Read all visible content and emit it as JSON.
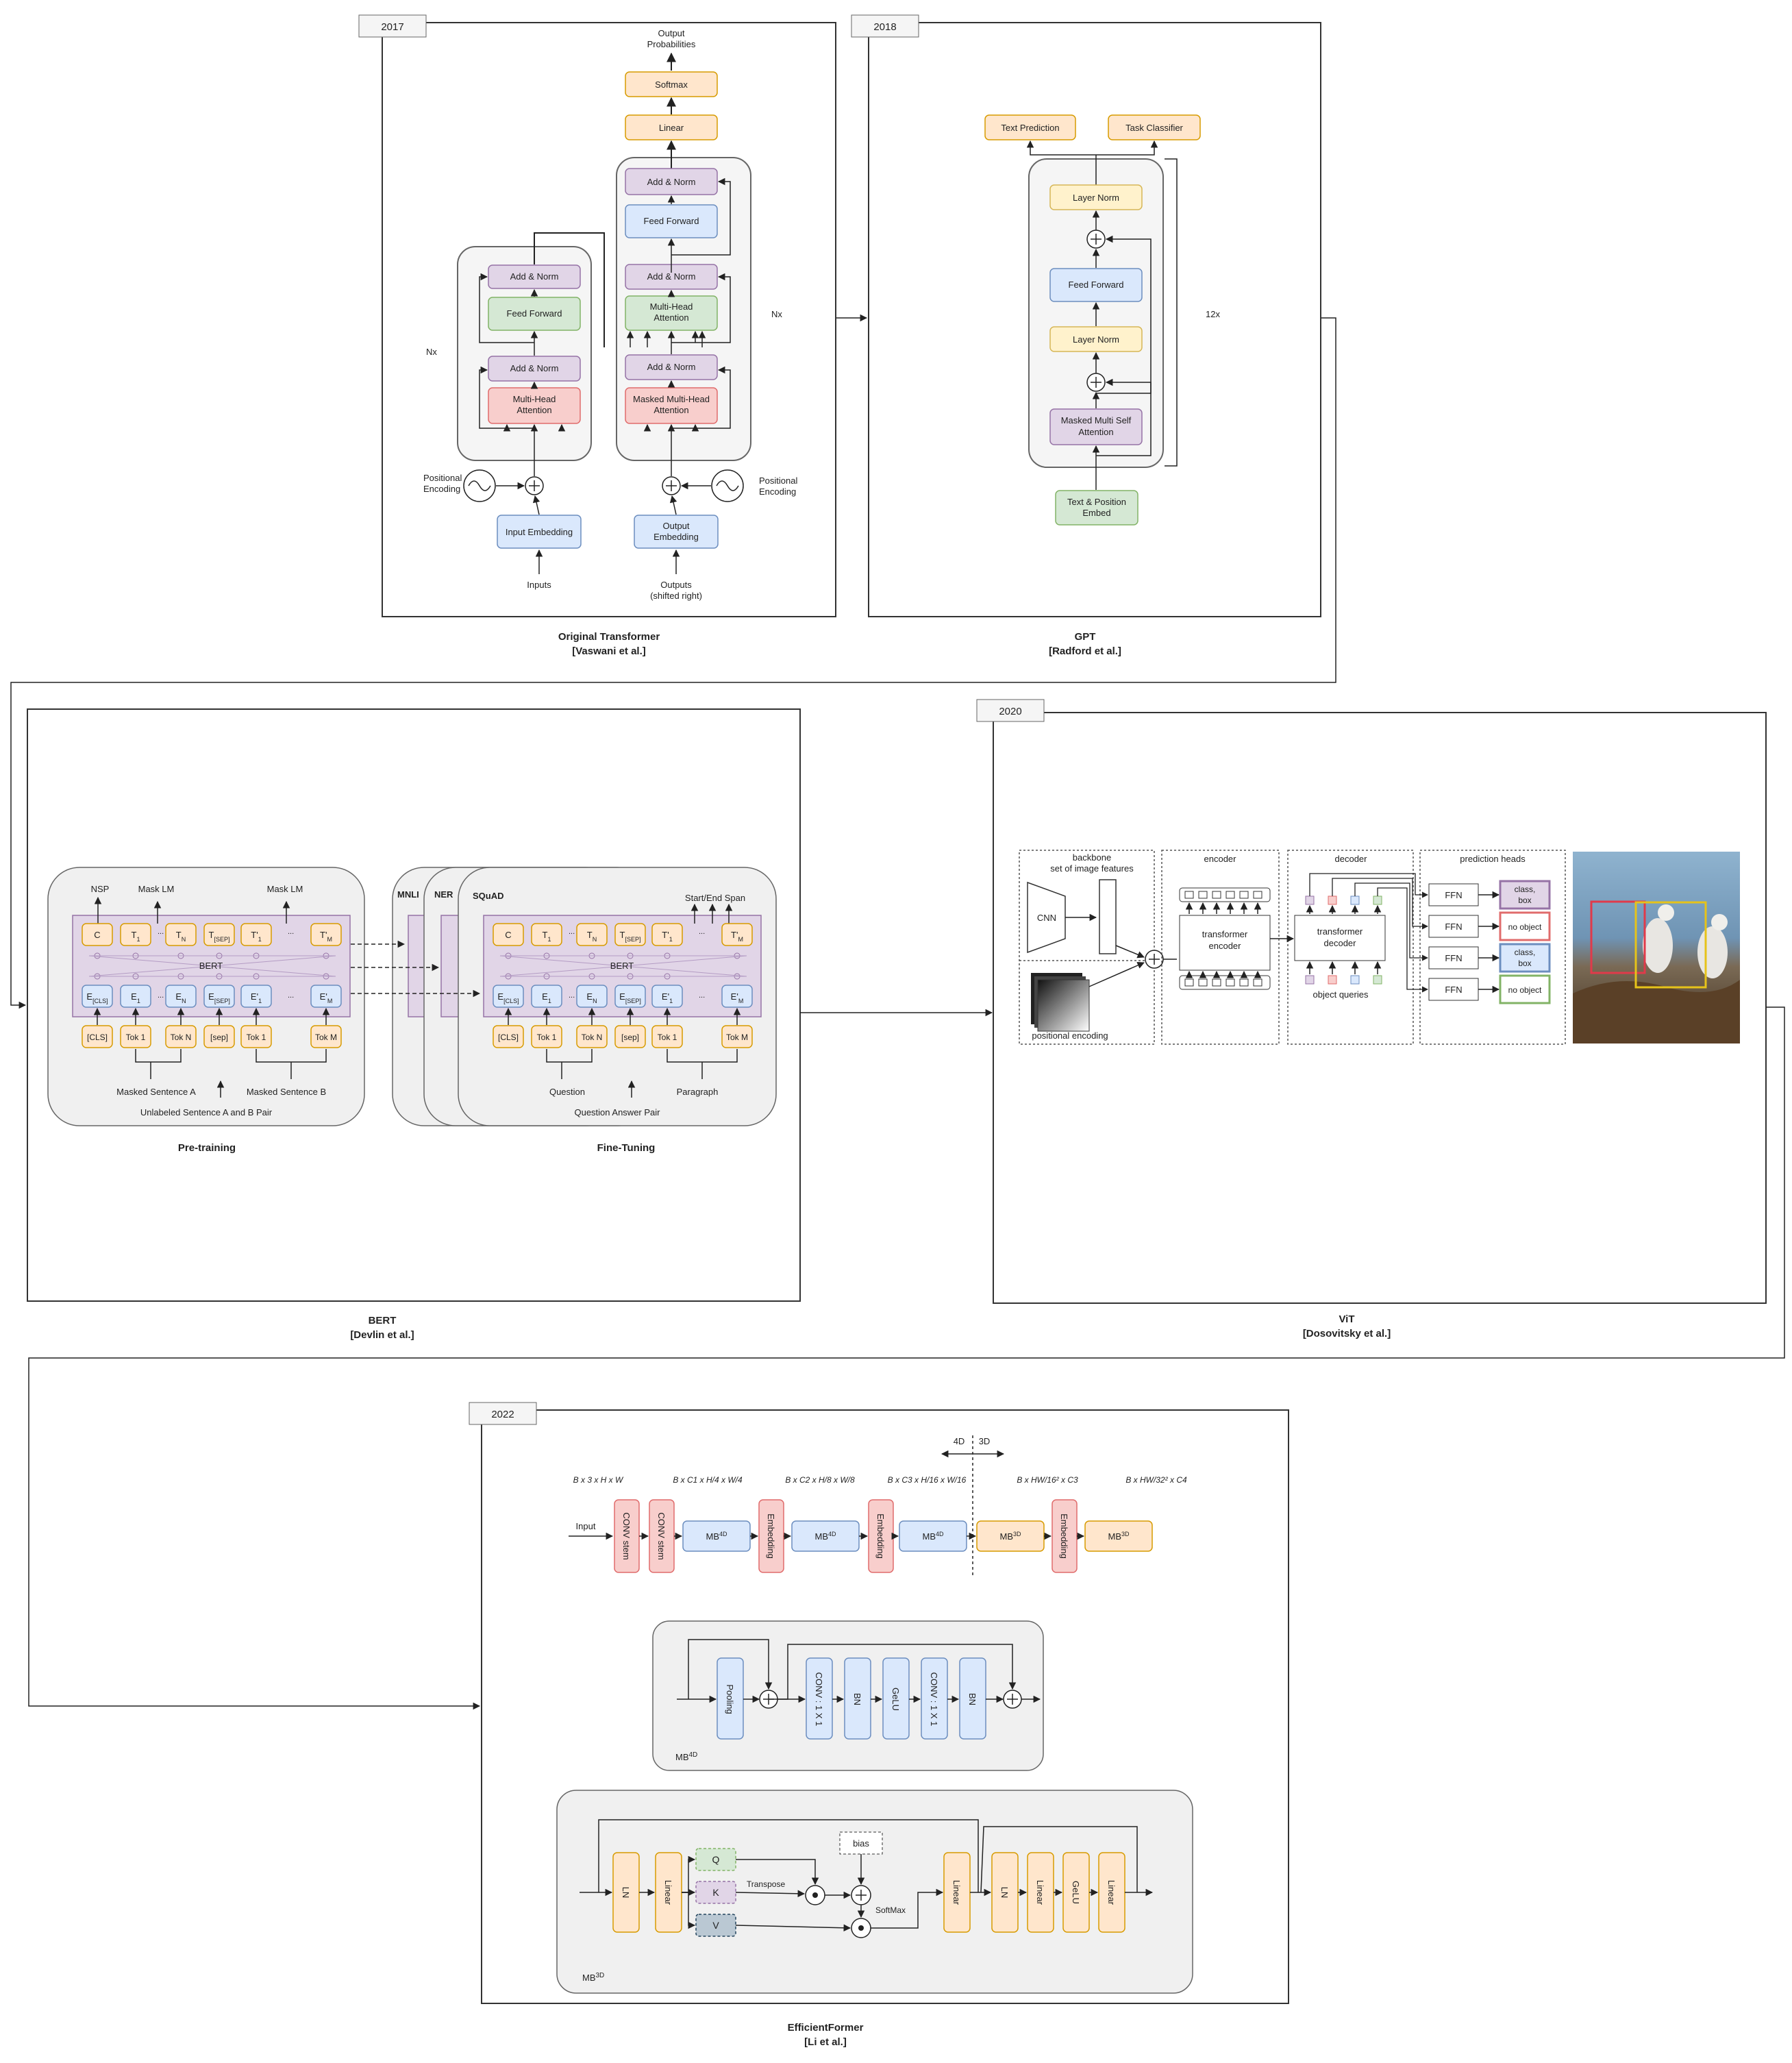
{
  "colors": {
    "pink_fill": "#f8cecc",
    "pink_stroke": "#e06c6c",
    "blue_fill": "#dae8fc",
    "blue_stroke": "#6c8ebf",
    "green_fill": "#d5e8d4",
    "green_stroke": "#82b366",
    "purple_fill": "#e1d5e7",
    "purple_stroke": "#9673a6",
    "yellow_fill": "#fff2cc",
    "yellow_stroke": "#d6b656",
    "orange_fill": "#ffe6cc",
    "orange_stroke": "#d79b00",
    "gray_fill": "#f5f5f5",
    "gray_stroke": "#666666"
  },
  "years": {
    "y2017": "2017",
    "y2018": "2018",
    "y2020": "2020",
    "y2022": "2022"
  },
  "transformer": {
    "caption1": "Original Transformer",
    "caption2": "[Vaswani et al.]",
    "output_probs1": "Output",
    "output_probs2": "Probabilities",
    "softmax": "Softmax",
    "linear": "Linear",
    "add_norm": "Add & Norm",
    "feed_forward": "Feed Forward",
    "mha1": "Multi-Head",
    "mha2": "Attention",
    "masked_mha1": "Masked Multi-Head",
    "nx": "Nx",
    "pos_enc1": "Positional",
    "pos_enc2": "Encoding",
    "input_embedding": "Input Embedding",
    "output_embedding1": "Output",
    "output_embedding2": "Embedding",
    "inputs": "Inputs",
    "outputs1": "Outputs",
    "outputs2": "(shifted right)"
  },
  "gpt": {
    "caption1": "GPT",
    "caption2": "[Radford et al.]",
    "text_prediction": "Text Prediction",
    "task_classifier": "Task Classifier",
    "layer_norm": "Layer Norm",
    "feed_forward": "Feed Forward",
    "masked_msa1": "Masked Multi Self",
    "masked_msa2": "Attention",
    "embed1": "Text & Position",
    "embed2": "Embed",
    "layers": "12x"
  },
  "bert": {
    "caption1": "BERT",
    "caption2": "[Devlin et al.]",
    "pretraining": "Pre-training",
    "finetuning": "Fine-Tuning",
    "nsp": "NSP",
    "mask_lm": "Mask LM",
    "bert_label": "BERT",
    "masked_a": "Masked Sentence A",
    "masked_b": "Masked Sentence B",
    "unlabeled": "Unlabeled Sentence A and B Pair",
    "mnli": "MNLI",
    "ner": "NER",
    "squad": "SQuAD",
    "start_end": "Start/End Span",
    "question": "Question",
    "paragraph": "Paragraph",
    "qa_pair": "Question Answer Pair",
    "tok_c": "C",
    "tok_t1": "T",
    "tok_tn": "T",
    "tok_tsep": "T",
    "tok_t1p": "T'",
    "tok_tmp": "T'",
    "e_cls": "E",
    "e_1": "E",
    "e_n": "E",
    "e_sep": "E",
    "e_1p": "E'",
    "e_mp": "E'",
    "cls": "[CLS]",
    "tok1": "Tok 1",
    "tokn": "Tok N",
    "sep": "[sep]",
    "tokm": "Tok M",
    "sub_1": "1",
    "sub_n": "N",
    "sub_sep": "[SEP]",
    "sub_m": "M",
    "sub_cls": "[CLS]",
    "dots": "..."
  },
  "vit": {
    "caption1": "ViT",
    "caption2": "[Dosovitsky et al.]",
    "backbone1": "backbone",
    "backbone2": "set of image features",
    "cnn": "CNN",
    "pos_enc": "positional encoding",
    "encoder": "encoder",
    "te1": "transformer",
    "te2": "encoder",
    "decoder": "decoder",
    "td1": "transformer",
    "td2": "decoder",
    "object_queries": "object queries",
    "prediction_heads": "prediction heads",
    "ffn": "FFN",
    "class_box1": "class,",
    "class_box2": "box",
    "no_object": "no object"
  },
  "efficientformer": {
    "caption1": "EfficientFormer",
    "caption2": "[Li et al.]",
    "d4": "4D",
    "d3": "3D",
    "dims": [
      "B x 3 x H x W",
      "B x C1 x H/4 x W/4",
      "B x C2 x H/8 x W/8",
      "B x C3 x H/16 x W/16",
      "B x HW/16² x C3",
      "B x HW/32² x C4"
    ],
    "input": "Input",
    "conv_stem": "CONV stem",
    "embedding": "Embedding",
    "mb": "MB",
    "sup4d": "4D",
    "sup3d": "3D",
    "pooling": "Pooling",
    "conv11": "CONV : 1 X 1",
    "bn": "BN",
    "gelu": "GeLU",
    "ln": "LN",
    "linear": "Linear",
    "q": "Q",
    "k": "K",
    "v": "V",
    "transpose": "Transpose",
    "bias": "bias",
    "softmax": "SoftMax"
  }
}
